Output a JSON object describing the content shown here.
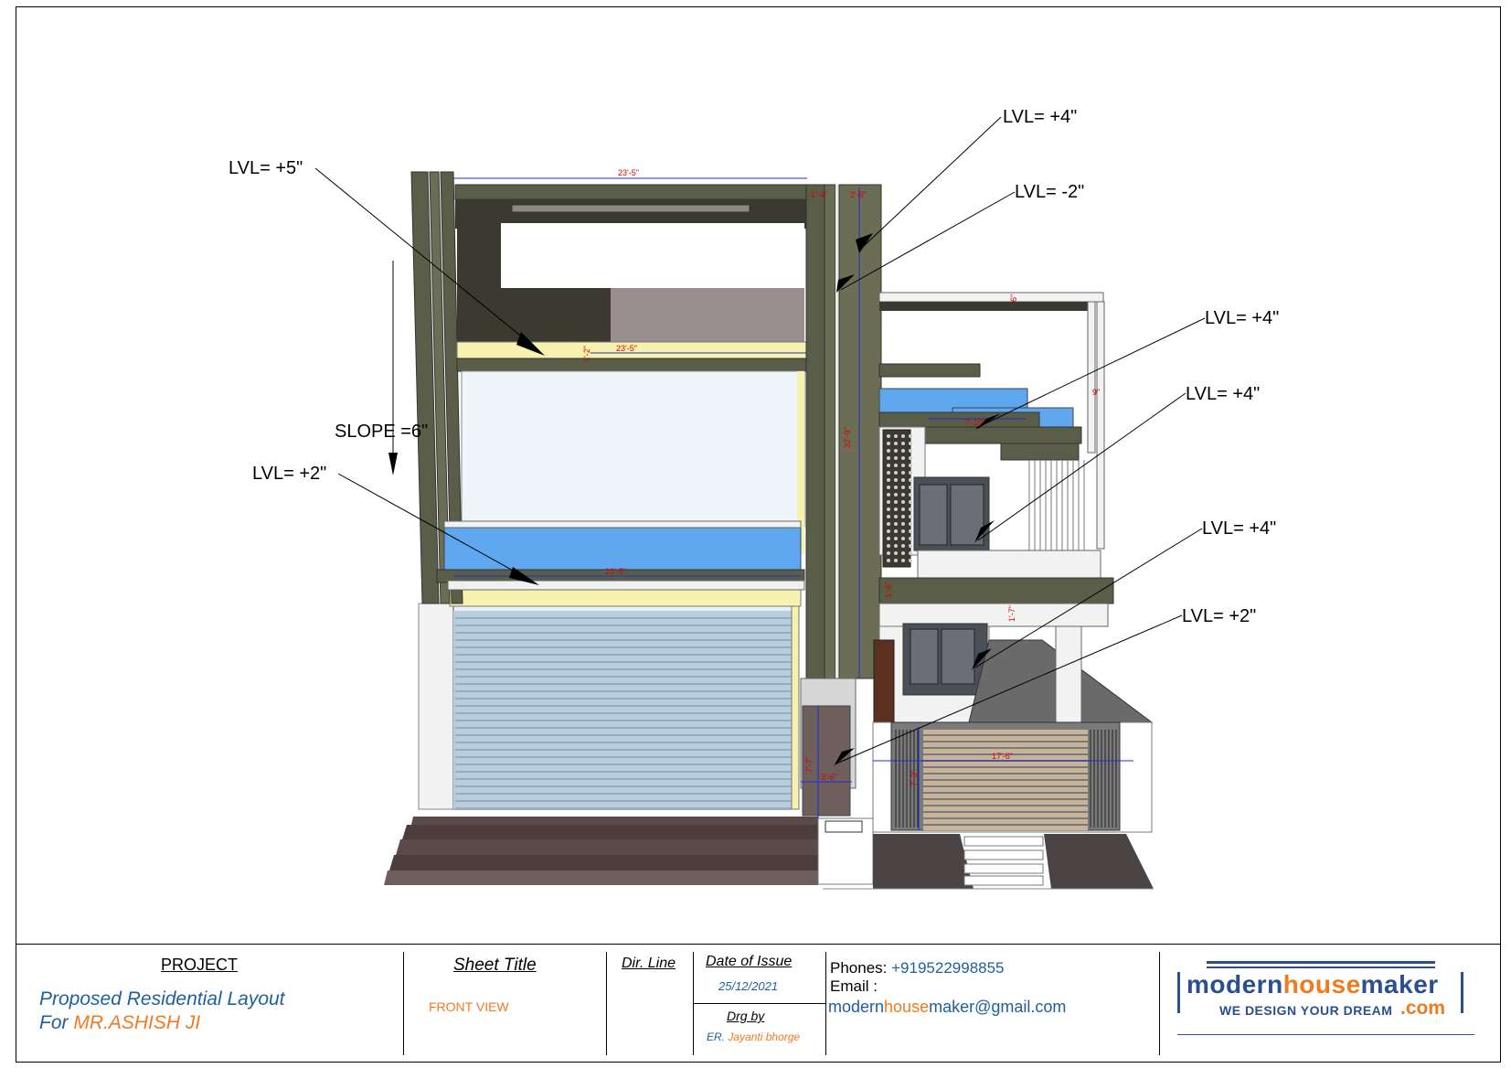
{
  "drawing": {
    "level_labels": [
      "LVL= +5\"",
      "LVL= +4\"",
      "LVL= -2\"",
      "LVL= +4\"",
      "LVL= +4\"",
      "LVL= +2\"",
      "LVL= +4\"",
      "LVL= +2\""
    ],
    "slope_label": "SLOPE =6\"",
    "dimensions": {
      "top_width": "23'-5\"",
      "mid_width": "23'-5\"",
      "lower_width": "23'-5\"",
      "pillar_height": "32'-9\"",
      "door_height": "7'-7\"",
      "door_width": "3'-6\"",
      "gate_width": "17'-6\"",
      "gate_height": "7'-3\"",
      "balcony_width": "7'-10\"",
      "parapet_height": "1'-7\"",
      "small_1": "6\"",
      "small_2": "9\"",
      "small_3": "1'-2\"",
      "small_4": "1'-6\"",
      "small_5": "1'-4\"",
      "small_6": "2'-6\""
    }
  },
  "title_block": {
    "project_heading": "PROJECT",
    "project_line1": "Proposed Residential Layout",
    "project_line2_prefix": "For",
    "project_line2_name": "MR.ASHISH  JI",
    "sheet_title_heading": "Sheet Title",
    "sheet_title_value": "FRONT VIEW",
    "dir_line_heading": "Dir. Line",
    "date_heading": "Date of Issue",
    "date_value": "25/12/2021",
    "drg_by_heading": "Drg by",
    "drg_by_prefix": "ER.",
    "drg_by_name": "Jayanti bhorge",
    "phones_label": "Phones:",
    "phones_value": "+919522998855",
    "email_label": "Email :",
    "email_part1": "modern",
    "email_part2": "house",
    "email_part3": "maker",
    "email_part4": "@gmail.",
    "email_part5": "com",
    "logo_part1": "modern",
    "logo_part2": "house",
    "logo_part3": "maker",
    "logo_tagline": "WE DESIGN YOUR DREAM",
    "logo_com": ".com"
  },
  "colors": {
    "olive_frame": "#5a5d47",
    "blue_parapet": "#5fa8f0",
    "orange": "#f07a1f",
    "blue_text": "#1f5fa0",
    "logo_blue": "#2a4f8f"
  }
}
